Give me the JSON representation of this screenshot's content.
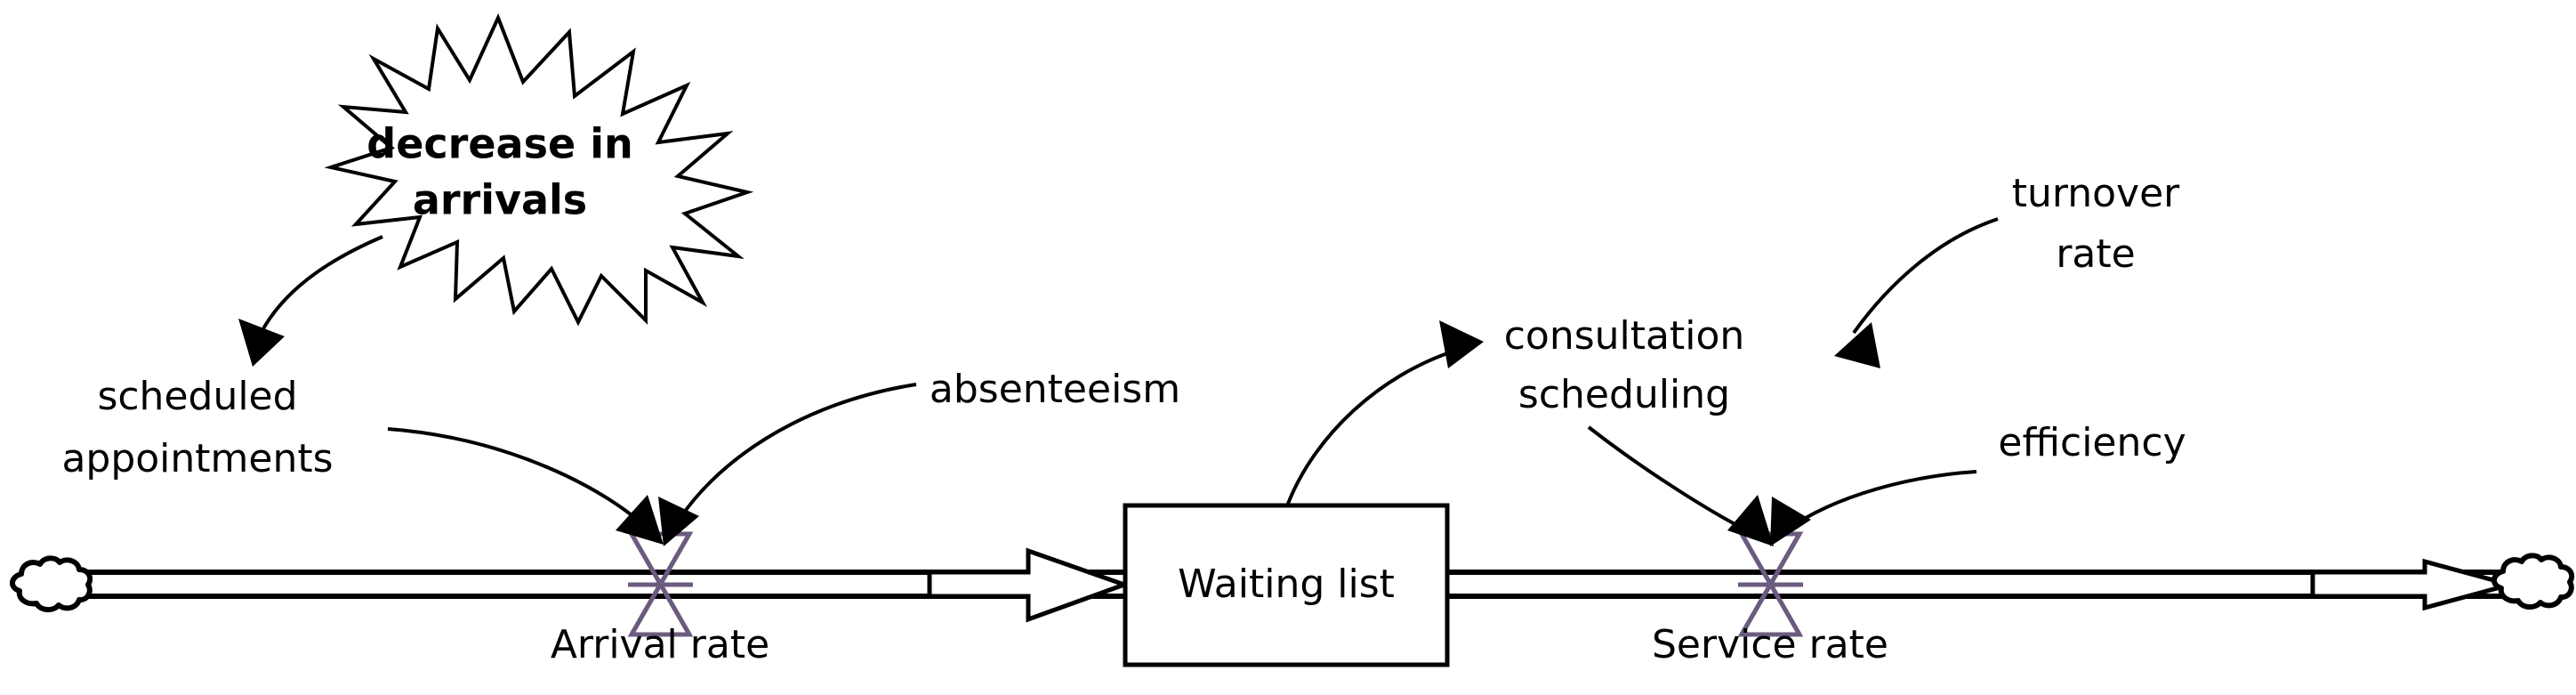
{
  "diagram": {
    "type": "system-dynamics-stock-and-flow",
    "title_present": false,
    "background_color": "#ffffff",
    "line_color": "#000000",
    "valve_color": "#6b5b7f"
  },
  "stocks": [
    {
      "id": "waiting-list",
      "label": "Waiting list"
    }
  ],
  "flows": [
    {
      "id": "arrival-rate",
      "label": "Arrival rate",
      "direction": "inflow",
      "source": "cloud-source",
      "target": "waiting-list"
    },
    {
      "id": "service-rate",
      "label": "Service rate",
      "direction": "outflow",
      "source": "waiting-list",
      "target": "cloud-sink"
    }
  ],
  "sources_sinks": [
    {
      "id": "cloud-source",
      "label": ""
    },
    {
      "id": "cloud-sink",
      "label": ""
    }
  ],
  "variables": [
    {
      "id": "scheduled-appointments",
      "label_line1": "scheduled",
      "label_line2": "appointments"
    },
    {
      "id": "absenteeism",
      "label_line1": "absenteeism",
      "label_line2": ""
    },
    {
      "id": "consultation-scheduling",
      "label_line1": "consultation",
      "label_line2": "scheduling"
    },
    {
      "id": "turnover-rate",
      "label_line1": "turnover",
      "label_line2": "rate"
    },
    {
      "id": "efficiency",
      "label_line1": "efficiency",
      "label_line2": ""
    }
  ],
  "burst": {
    "id": "decrease-in-arrivals",
    "label_line1": "decrease in",
    "label_line2": "arrivals",
    "shape": "starburst"
  },
  "connectors": [
    {
      "from": "decrease-in-arrivals",
      "to": "scheduled-appointments"
    },
    {
      "from": "scheduled-appointments",
      "to": "arrival-rate"
    },
    {
      "from": "absenteeism",
      "to": "arrival-rate"
    },
    {
      "from": "waiting-list",
      "to": "consultation-scheduling"
    },
    {
      "from": "turnover-rate",
      "to": "consultation-scheduling"
    },
    {
      "from": "consultation-scheduling",
      "to": "service-rate"
    },
    {
      "from": "efficiency",
      "to": "service-rate"
    }
  ]
}
